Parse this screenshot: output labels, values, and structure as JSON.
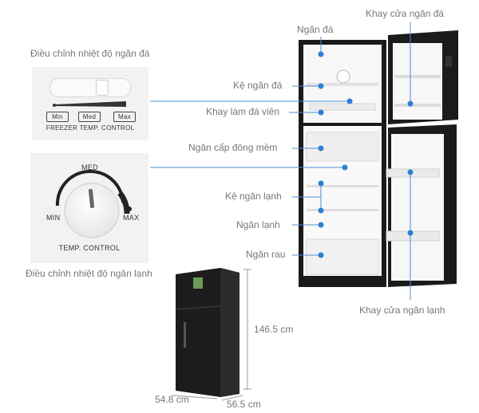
{
  "labels": {
    "freezer_adjust": "Điều chỉnh nhiệt độ ngăn đá",
    "fridge_adjust": "Điều chỉnh nhiệt độ ngăn lạnh",
    "freezer_compartment": "Ngăn đá",
    "freezer_door_tray": "Khay cửa ngăn đá",
    "freezer_shelf": "Kệ ngăn đá",
    "ice_tray": "Khay làm đá viên",
    "soft_freeze": "Ngăn cấp đông mềm",
    "fridge_shelf": "Kệ ngăn lạnh",
    "fridge_compartment": "Ngăn lạnh",
    "vegetable_drawer": "Ngăn rau",
    "fridge_door_tray": "Khay cửa ngăn lạnh"
  },
  "freezer_control": {
    "options": [
      "Min",
      "Med",
      "Max"
    ],
    "caption": "FREEZER TEMP. CONTROL"
  },
  "temp_control": {
    "min": "MIN",
    "med": "MED",
    "max": "MAX",
    "caption": "TEMP. CONTROL"
  },
  "dimensions": {
    "height": "146.5 cm",
    "width": "54.8 cm",
    "depth": "56.5 cm"
  },
  "colors": {
    "accent": "#4a90d9",
    "fridge_body": "#222222"
  }
}
